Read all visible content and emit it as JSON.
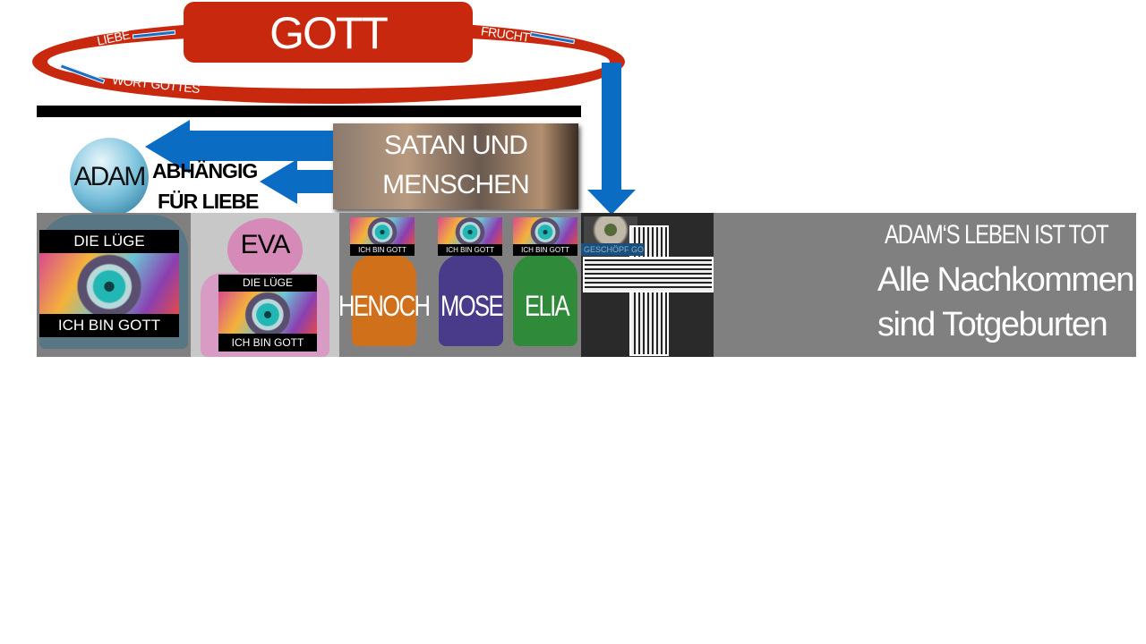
{
  "top": {
    "god": "GOTT",
    "love": "LIEBE",
    "fruit": "FRUCHT",
    "word": "WORT GOTTES"
  },
  "middle": {
    "adam": "ADAM",
    "dependent_line1": "ABHÄNGIG",
    "dependent_line2": "FÜR LIEBE",
    "satan_line1": "SATAN UND",
    "satan_line2": "MENSCHEN"
  },
  "strip": {
    "adam_lie": "DIE LÜGE",
    "adam_iam": "ICH BIN GOTT",
    "eva": "EVA",
    "eva_lie": "DIE LÜGE",
    "eva_iam": "ICH BIN GOTT",
    "persons": [
      {
        "name": "HENOCH",
        "caption": "ICH BIN GOTT",
        "color": "#d0701a"
      },
      {
        "name": "MOSE",
        "caption": "ICH BIN GOTT",
        "color": "#4a3a8a"
      },
      {
        "name": "ELIA",
        "caption": "ICH BIN GOTT",
        "color": "#2f8a3a"
      }
    ],
    "creature": "GESCHÖPF GO",
    "dead": "ADAM‘S LEBEN IST TOT",
    "desc_line1": "Alle Nachkommen",
    "desc_line2": "sind Totgeburten"
  }
}
